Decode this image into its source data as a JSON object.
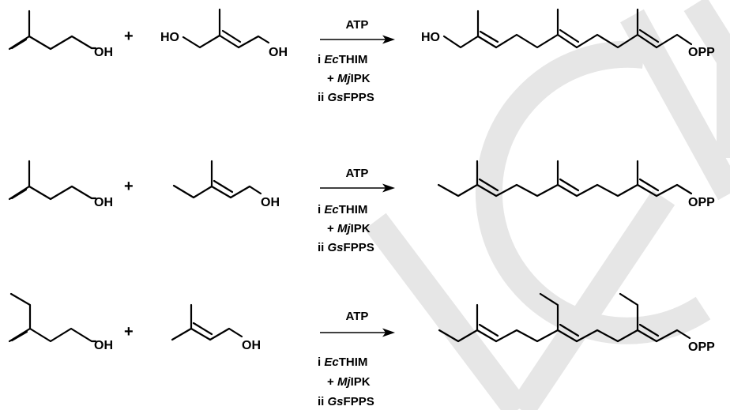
{
  "colors": {
    "ink": "#000000",
    "watermark": "#e6e6e6",
    "background": "#ffffff"
  },
  "watermark": {
    "text": "VCH",
    "kind": "publisher-watermark"
  },
  "reactions": [
    {
      "reactant1_label": "OH",
      "plus": "+",
      "reactant2_labels": [
        "HO",
        "OH"
      ],
      "arrow_top": "ATP",
      "steps": [
        {
          "prefix": "i ",
          "italic": "Ec",
          "rest": "THIM"
        },
        {
          "prefix": "+ ",
          "italic": "Mj",
          "rest": "IPK"
        },
        {
          "prefix": "ii ",
          "italic": "Gs",
          "rest": "FPPS"
        }
      ],
      "product_labels": [
        "HO",
        "OPP"
      ]
    },
    {
      "reactant1_label": "OH",
      "plus": "+",
      "reactant2_labels": [
        "OH"
      ],
      "arrow_top": "ATP",
      "steps": [
        {
          "prefix": "i ",
          "italic": "Ec",
          "rest": "THIM"
        },
        {
          "prefix": "+ ",
          "italic": "Mj",
          "rest": "IPK"
        },
        {
          "prefix": "ii ",
          "italic": "Gs",
          "rest": "FPPS"
        }
      ],
      "product_labels": [
        "OPP"
      ]
    },
    {
      "reactant1_label": "OH",
      "plus": "+",
      "reactant2_labels": [
        "OH"
      ],
      "arrow_top": "ATP",
      "steps": [
        {
          "prefix": "i ",
          "italic": "Ec",
          "rest": "THIM"
        },
        {
          "prefix": "+ ",
          "italic": "Mj",
          "rest": "IPK"
        },
        {
          "prefix": "ii ",
          "italic": "Gs",
          "rest": "FPPS"
        }
      ],
      "product_labels": [
        "OPP"
      ]
    }
  ]
}
